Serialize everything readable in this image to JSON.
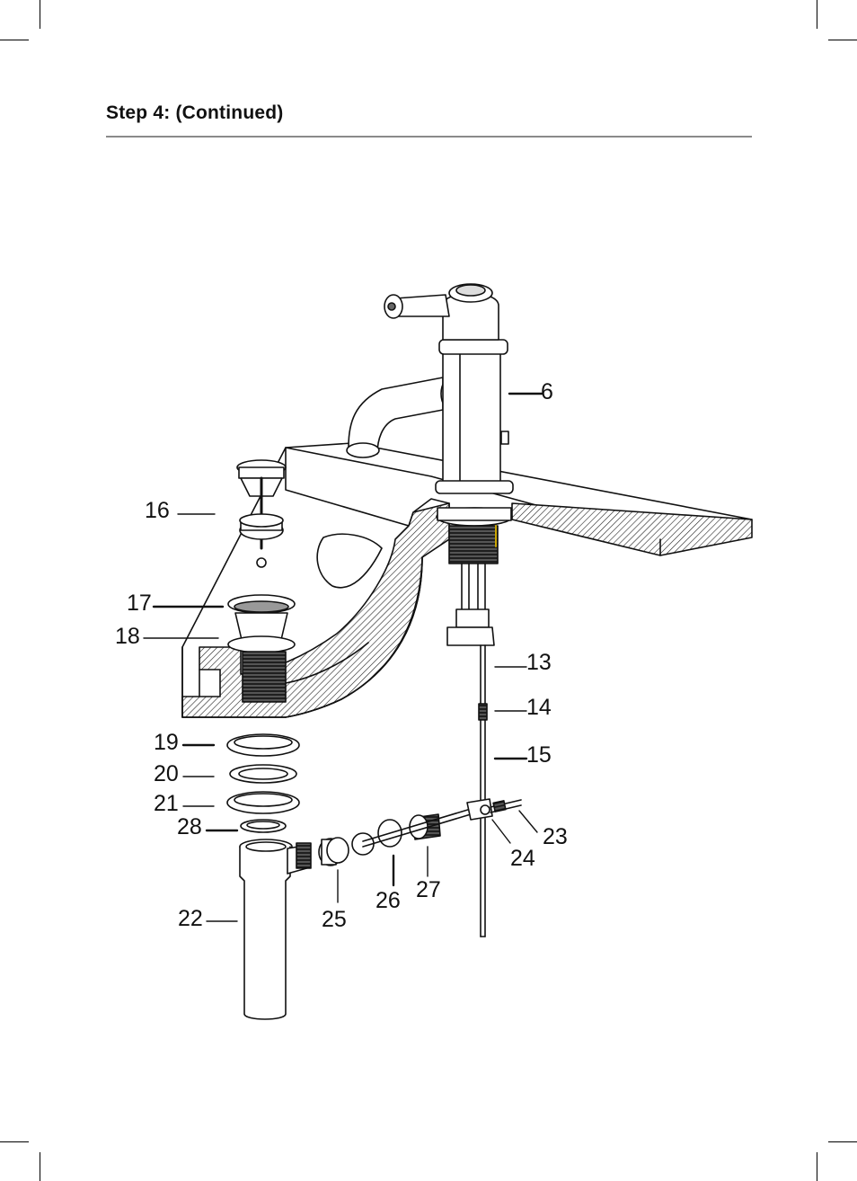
{
  "header": {
    "title": "Step 4: (Continued)"
  },
  "diagram": {
    "callouts": [
      {
        "id": "6",
        "label": "6"
      },
      {
        "id": "13",
        "label": "13"
      },
      {
        "id": "14",
        "label": "14"
      },
      {
        "id": "15",
        "label": "15"
      },
      {
        "id": "16",
        "label": "16"
      },
      {
        "id": "17",
        "label": "17"
      },
      {
        "id": "18",
        "label": "18"
      },
      {
        "id": "19",
        "label": "19"
      },
      {
        "id": "20",
        "label": "20"
      },
      {
        "id": "21",
        "label": "21"
      },
      {
        "id": "22",
        "label": "22"
      },
      {
        "id": "23",
        "label": "23"
      },
      {
        "id": "24",
        "label": "24"
      },
      {
        "id": "25",
        "label": "25"
      },
      {
        "id": "26",
        "label": "26"
      },
      {
        "id": "27",
        "label": "27"
      },
      {
        "id": "28",
        "label": "28"
      }
    ]
  }
}
